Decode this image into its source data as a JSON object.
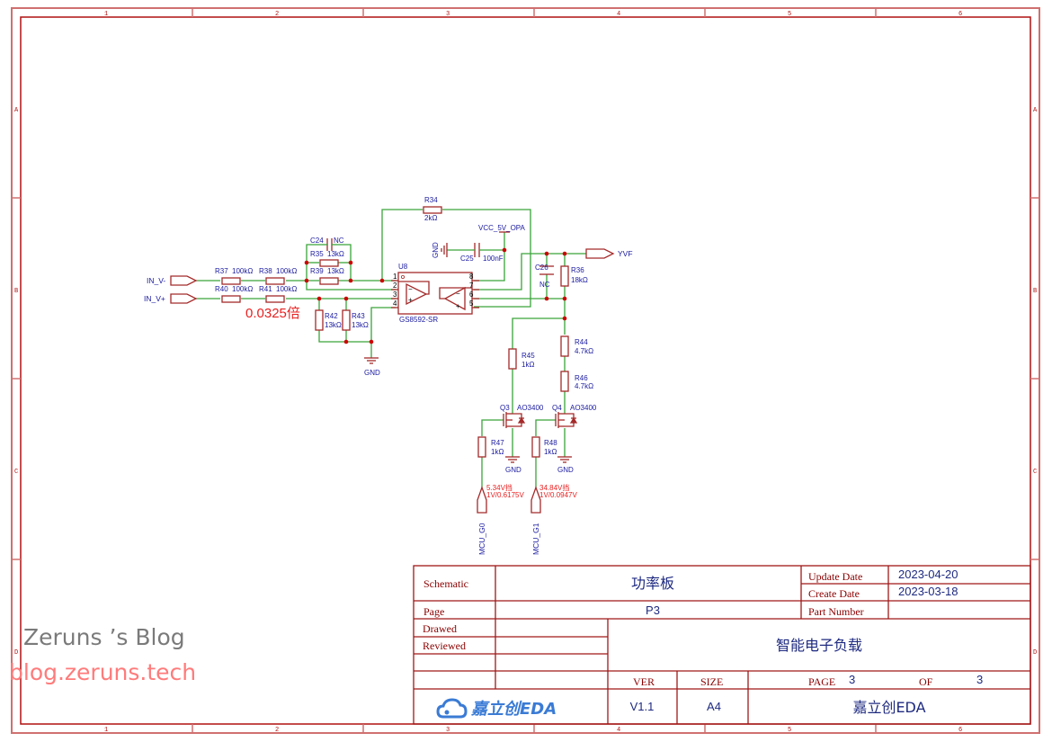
{
  "frame": {
    "columns": [
      "1",
      "2",
      "3",
      "4",
      "5",
      "6"
    ],
    "rows": [
      "A",
      "B",
      "C",
      "D"
    ]
  },
  "schematic": {
    "ports": {
      "in_neg": "IN_V-",
      "in_pos": "IN_V+",
      "out": "YVF",
      "mcu0": "MCU_G0",
      "mcu1": "MCU_G1"
    },
    "power": {
      "vcc": "VCC_5V_OPA",
      "gnd": "GND"
    },
    "components": {
      "R34": {
        "ref": "R34",
        "val": "2kΩ"
      },
      "R35": {
        "ref": "R35",
        "val": "13kΩ"
      },
      "R36": {
        "ref": "R36",
        "val": "18kΩ"
      },
      "R37": {
        "ref": "R37",
        "val": "100kΩ"
      },
      "R38": {
        "ref": "R38",
        "val": "100kΩ"
      },
      "R39": {
        "ref": "R39",
        "val": "13kΩ"
      },
      "R40": {
        "ref": "R40",
        "val": "100kΩ"
      },
      "R41": {
        "ref": "R41",
        "val": "100kΩ"
      },
      "R42": {
        "ref": "R42",
        "val": "13kΩ"
      },
      "R43": {
        "ref": "R43",
        "val": "13kΩ"
      },
      "R44": {
        "ref": "R44",
        "val": "4.7kΩ"
      },
      "R45": {
        "ref": "R45",
        "val": "1kΩ"
      },
      "R46": {
        "ref": "R46",
        "val": "4.7kΩ"
      },
      "R47": {
        "ref": "R47",
        "val": "1kΩ"
      },
      "R48": {
        "ref": "R48",
        "val": "1kΩ"
      },
      "C24": {
        "ref": "C24",
        "val": "NC"
      },
      "C25": {
        "ref": "C25",
        "val": "100nF"
      },
      "C26": {
        "ref": "C26",
        "val": "NC"
      },
      "U8": {
        "ref": "U8",
        "val": "GS8592-SR",
        "pins": [
          "1",
          "2",
          "3",
          "4",
          "5",
          "6",
          "7",
          "8"
        ]
      },
      "Q3": {
        "ref": "Q3",
        "val": "AO3400"
      },
      "Q4": {
        "ref": "Q4",
        "val": "AO3400"
      }
    },
    "notes": {
      "gain": "0.0325倍",
      "g0_range": "5.34V挡",
      "g0_ratio": "1V/0.6175V",
      "g1_range": "34.84V挡",
      "g1_ratio": "1V/0.0947V"
    }
  },
  "title_block": {
    "schematic_label": "Schematic",
    "schematic_value": "功率板",
    "page_label": "Page",
    "page_value": "P3",
    "drawed_label": "Drawed",
    "reviewed_label": "Reviewed",
    "update_date_label": "Update Date",
    "update_date": "2023-04-20",
    "create_date_label": "Create Date",
    "create_date": "2023-03-18",
    "part_number_label": "Part Number",
    "project": "智能电子负载",
    "ver_label": "VER",
    "ver": "V1.1",
    "size_label": "SIZE",
    "size": "A4",
    "page_num_label": "PAGE",
    "page_num": "3",
    "of_label": "OF",
    "page_total": "3",
    "company": "嘉立创EDA",
    "logo_text": "嘉立创EDA"
  },
  "watermark": {
    "line1": "Zeruns ’s Blog",
    "line2": "blog.zeruns.tech"
  }
}
